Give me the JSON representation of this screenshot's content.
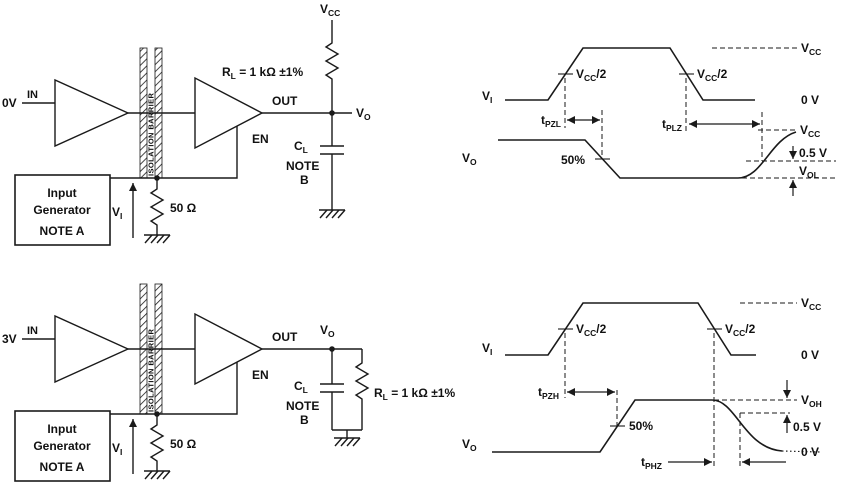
{
  "circuit_top": {
    "input_level": "0V",
    "in_label": "IN",
    "out_label": "OUT",
    "en_label": "EN",
    "barrier_label": "ISOLATION BARRIER",
    "rl_sym": "R",
    "rl_sub": "L",
    "rl_val": " = 1 kΩ ±1%",
    "vcc_sym": "V",
    "vcc_sub": "CC",
    "vo_sym": "V",
    "vo_sub": "O",
    "cl_sym": "C",
    "cl_sub": "L",
    "note_line1": "NOTE",
    "note_line2": "B",
    "gen_line1": "Input",
    "gen_line2": "Generator",
    "gen_line3": "NOTE A",
    "vi_sym": "V",
    "vi_sub": "I",
    "r50_label": "50 Ω"
  },
  "circuit_bottom": {
    "input_level": "3V",
    "in_label": "IN",
    "out_label": "OUT",
    "en_label": "EN",
    "barrier_label": "ISOLATION BARRIER",
    "rl_sym": "R",
    "rl_sub": "L",
    "rl_val": " = 1 kΩ ±1%",
    "vo_sym": "V",
    "vo_sub": "O",
    "cl_sym": "C",
    "cl_sub": "L",
    "note_line1": "NOTE",
    "note_line2": "B",
    "gen_line1": "Input",
    "gen_line2": "Generator",
    "gen_line3": "NOTE A",
    "vi_sym": "V",
    "vi_sub": "I",
    "r50_label": "50 Ω"
  },
  "wave_top": {
    "vi_sym": "V",
    "vi_sub": "I",
    "vo_sym": "V",
    "vo_sub": "O",
    "vcc_sym": "V",
    "vcc_sub": "CC",
    "half_suffix": "/2",
    "zero_v": "0 V",
    "t_sym": "t",
    "tpzl_sub": "PZL",
    "tplz_sub": "PLZ",
    "pct50": "50%",
    "half_volt": "0.5 V",
    "vol_sym": "V",
    "vol_sub": "OL"
  },
  "wave_bottom": {
    "vi_sym": "V",
    "vi_sub": "I",
    "vo_sym": "V",
    "vo_sub": "O",
    "vcc_sym": "V",
    "vcc_sub": "CC",
    "half_suffix": "/2",
    "zero_v": "0 V",
    "t_sym": "t",
    "tpzh_sub": "PZH",
    "tphz_sub": "PHZ",
    "pct50": "50%",
    "half_volt": "0.5 V",
    "voh_sym": "V",
    "voh_sub": "OH"
  }
}
